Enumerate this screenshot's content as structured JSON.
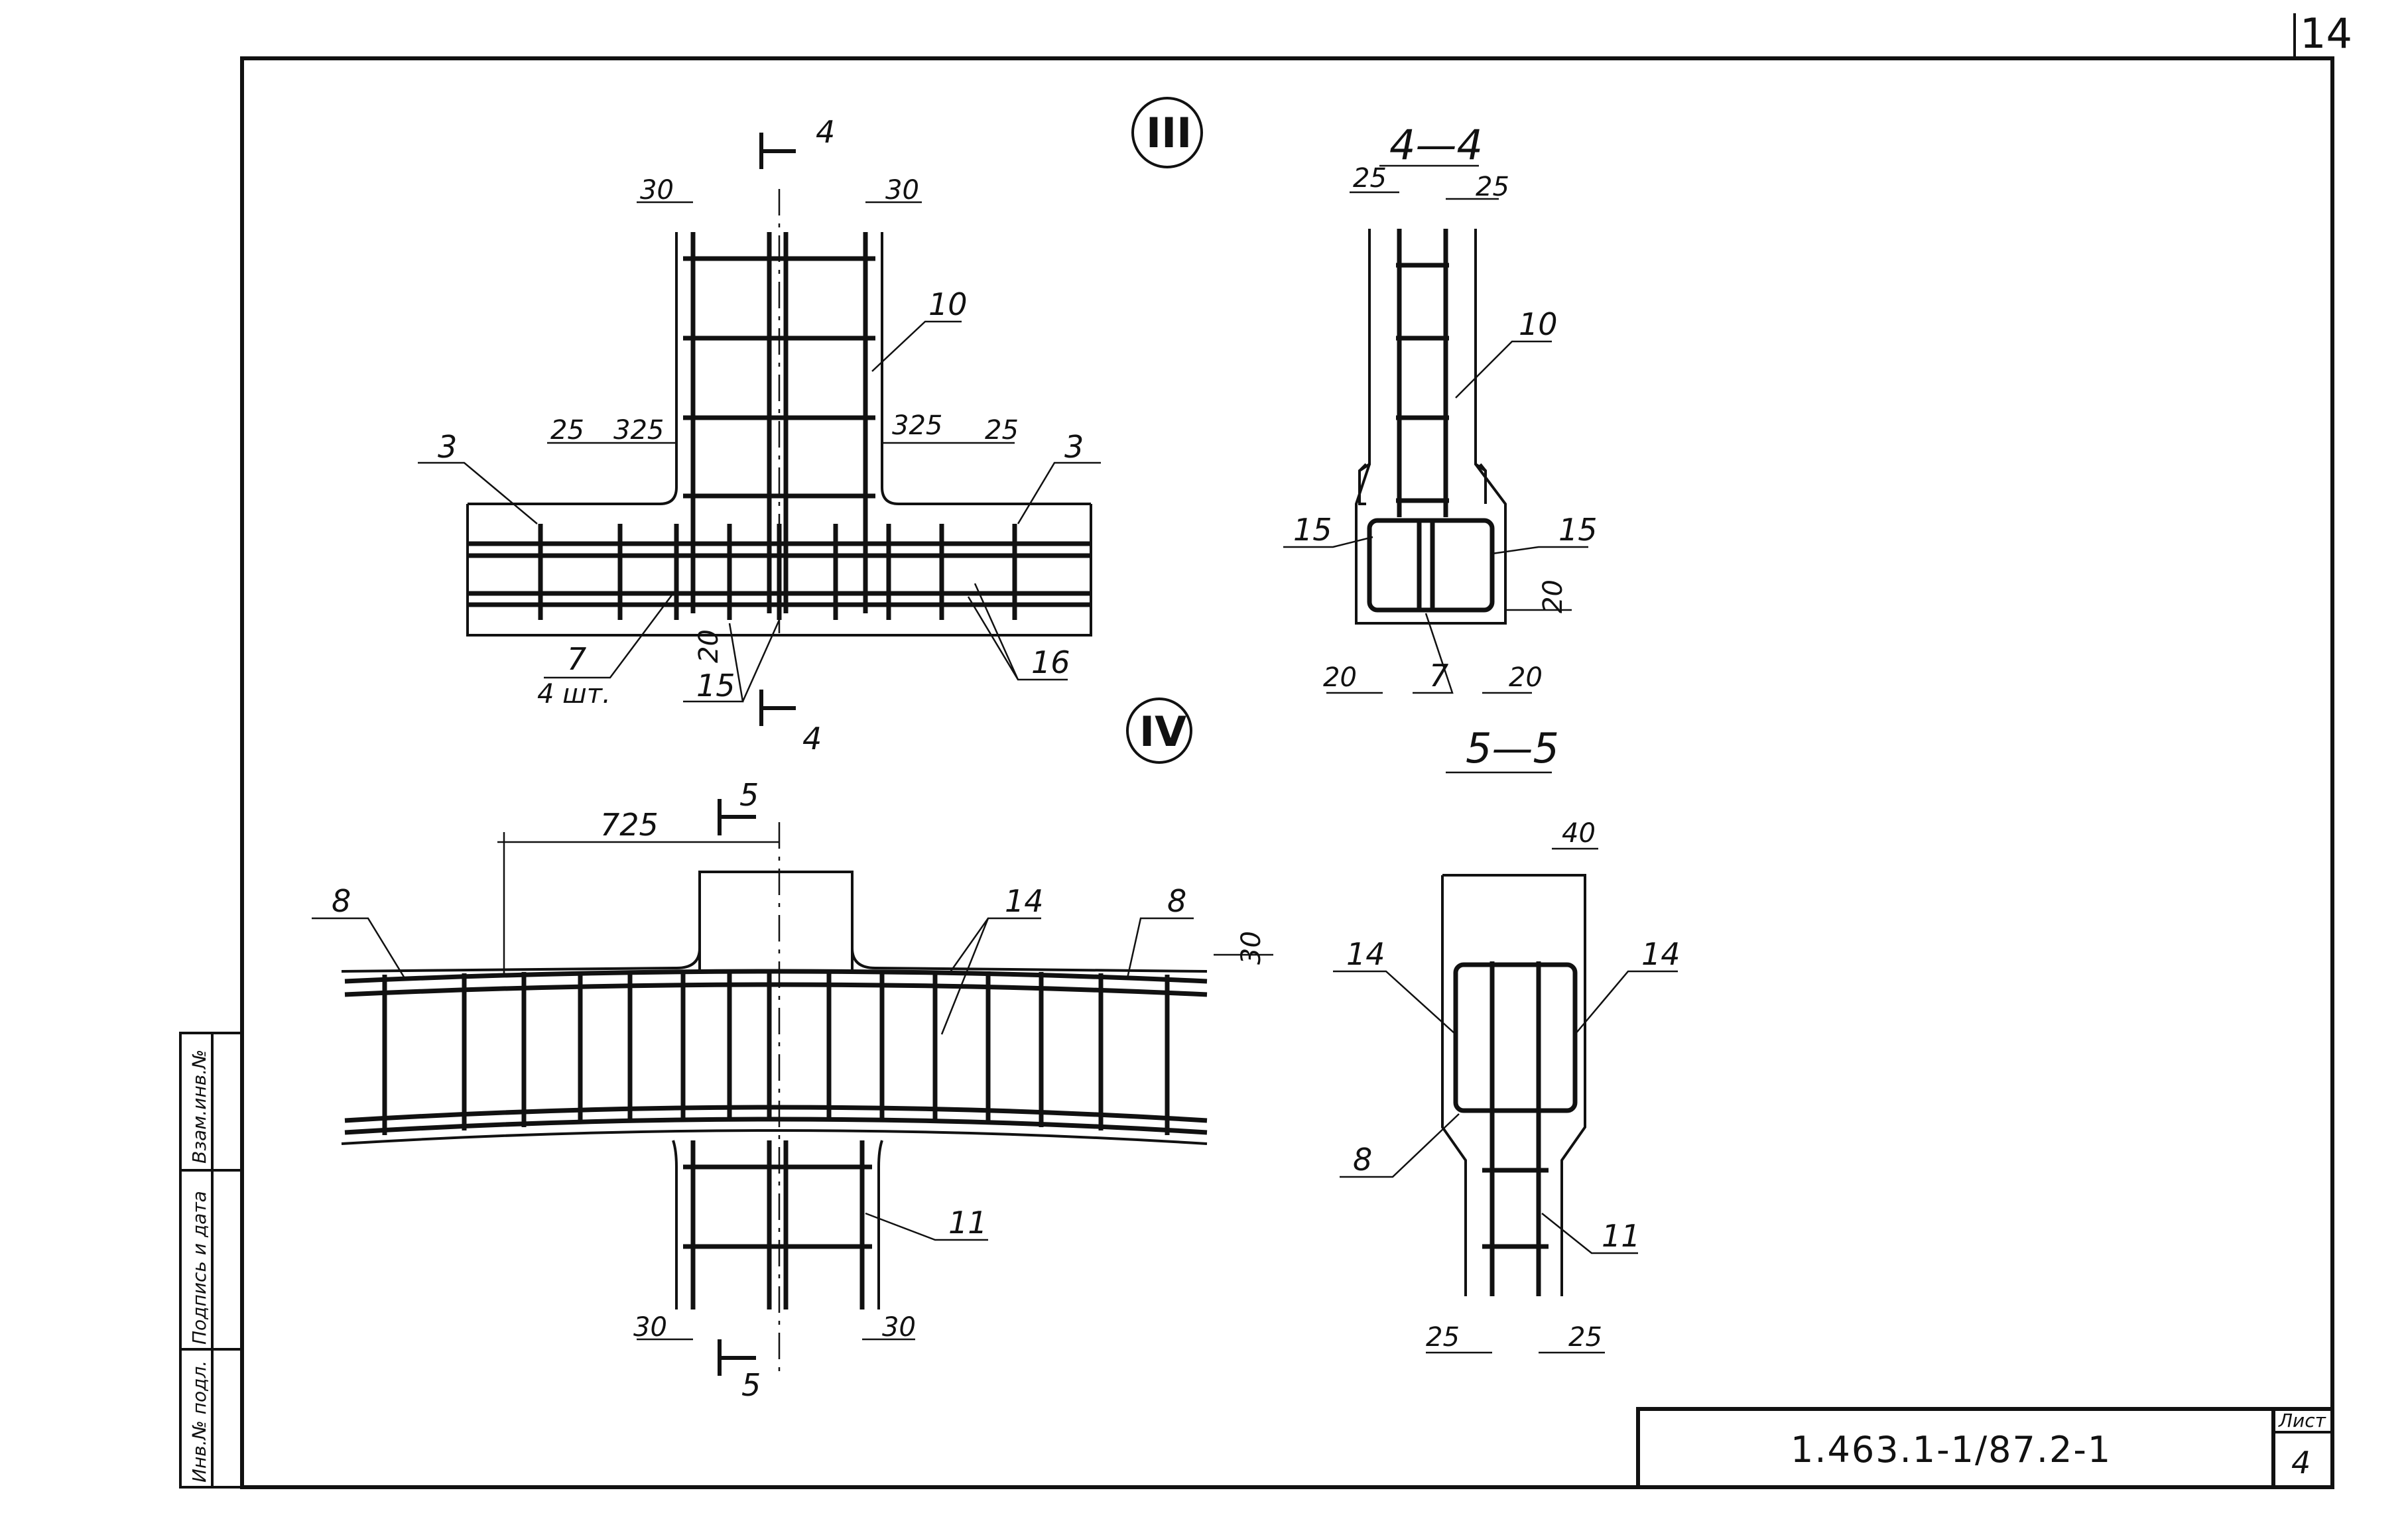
{
  "page_number": "14",
  "stamp": {
    "cell1": "Инв.№ подл.",
    "cell2": "Подпись и дата",
    "cell3": "Взам.инв.№"
  },
  "title_block": {
    "code": "1.463.1-1/87.2-1",
    "sheet_label": "Лист",
    "sheet_number": "4"
  },
  "views": {
    "node_3": {
      "label": "III",
      "section_ref": "4",
      "dims": {
        "d30_left": "30",
        "d30_right": "30",
        "d25_left": "25",
        "d325_left": "325",
        "d325_right": "325",
        "d25_right": "25",
        "d20": "20"
      },
      "callouts": {
        "c3_left": "3",
        "c3_right": "3",
        "c10": "10",
        "c7": "7",
        "c7_qty": "4 шт.",
        "c15": "15",
        "c16": "16"
      }
    },
    "node_4": {
      "label": "IV",
      "section_ref": "5",
      "dims": {
        "d725": "725",
        "d30_top": "30",
        "d30_left": "30",
        "d30_right": "30"
      },
      "callouts": {
        "c8_left": "8",
        "c8_right": "8",
        "c14": "14",
        "c11": "11"
      }
    },
    "section_4_4": {
      "title": "4—4",
      "dims": {
        "d25_left": "25",
        "d25_right": "25",
        "d20_side": "20",
        "d20_left": "20",
        "d20_right": "20"
      },
      "callouts": {
        "c10": "10",
        "c15_left": "15",
        "c15_right": "15",
        "c7": "7"
      }
    },
    "section_5_5": {
      "title": "5—5",
      "dims": {
        "d40": "40",
        "d25_left": "25",
        "d25_right": "25"
      },
      "callouts": {
        "c14_left": "14",
        "c14_right": "14",
        "c8": "8",
        "c11": "11"
      }
    }
  }
}
